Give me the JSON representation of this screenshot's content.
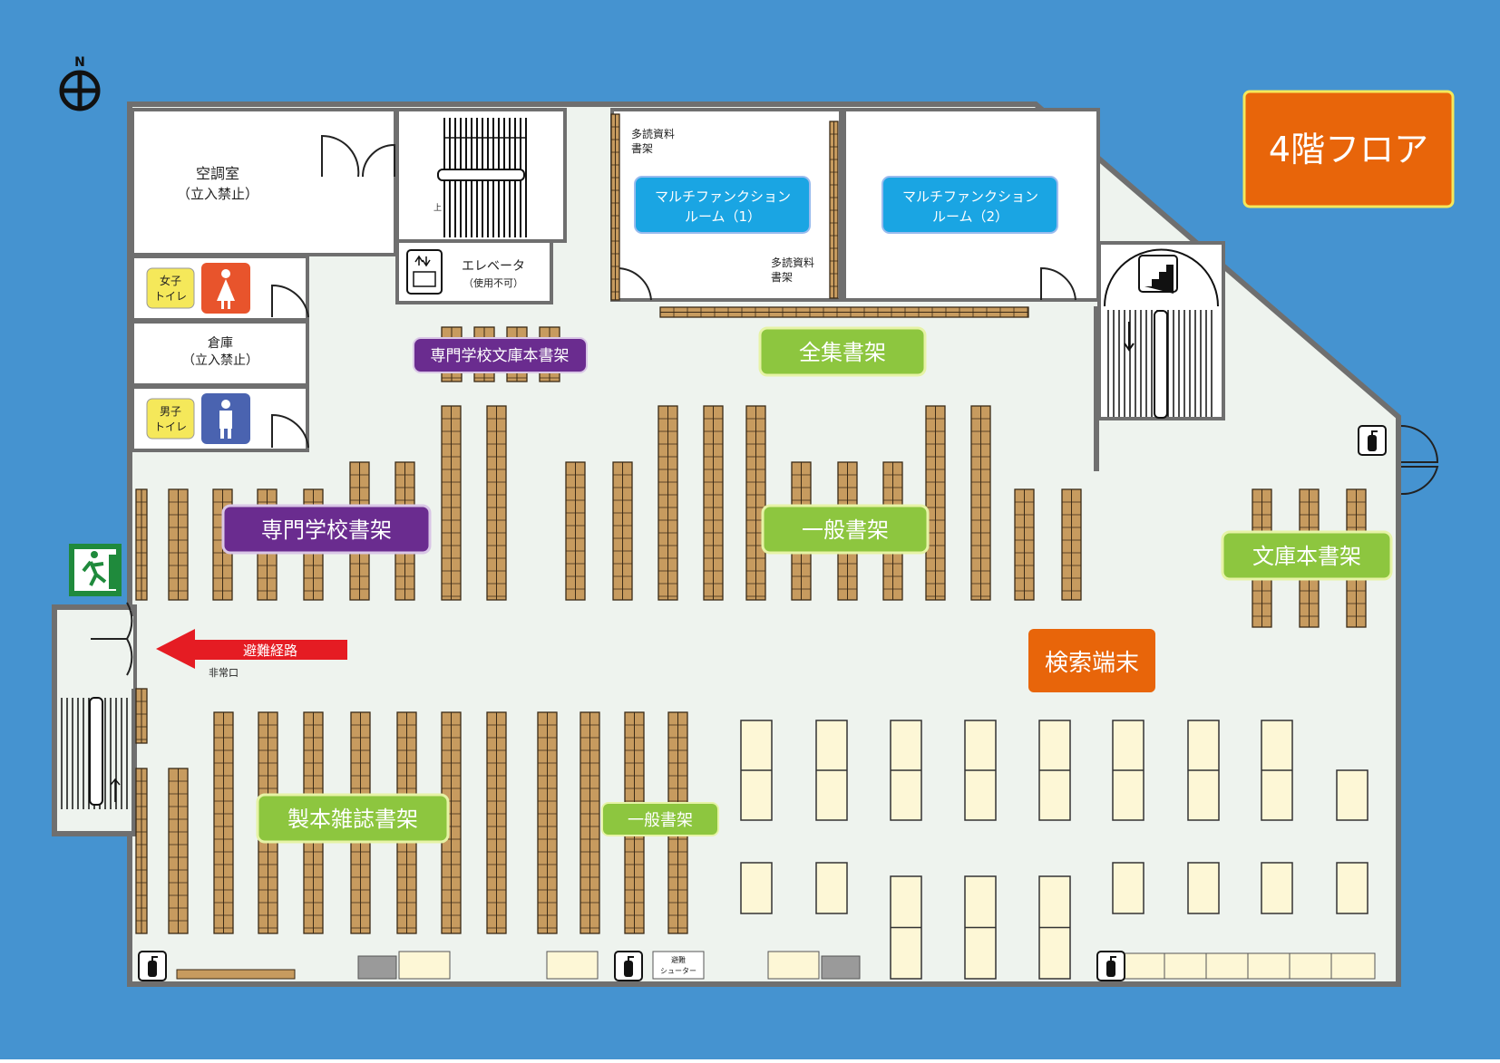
{
  "floor_title": "4階フロア",
  "compass": {
    "letter": "N"
  },
  "colors": {
    "background": "#4593d0",
    "floor": "#eef3ee",
    "wall": "#6f6f6f",
    "shelf": "#c79b5f",
    "shelf_line": "#3a2a16",
    "desk": "#fdf7d6",
    "green_label": "#8dc63f",
    "purple_label": "#6a2c8f",
    "orange_label": "#e8650a",
    "cyan_room": "#1aa5e3",
    "arrow": "#e51c23",
    "female": "#e8542c",
    "male": "#4a63b0",
    "toilet_tag": "#f5e85a",
    "exit_sign": "#1f8a3c"
  },
  "rooms": {
    "aircon": {
      "line1": "空調室",
      "line2": "（立入禁止）"
    },
    "storage": {
      "line1": "倉庫",
      "line2": "（立入禁止）"
    },
    "female_toilet": {
      "line1": "女子",
      "line2": "トイレ"
    },
    "male_toilet": {
      "line1": "男子",
      "line2": "トイレ"
    },
    "elevator": {
      "line1": "エレベータ",
      "line2": "（使用不可）"
    },
    "stair_up_mark": "上",
    "multi1": {
      "line1": "マルチファンクション",
      "line2": "ルーム（1）"
    },
    "multi2": {
      "line1": "マルチファンクション",
      "line2": "ルーム（2）"
    },
    "tadoku1": {
      "line1": "多読資料",
      "line2": "書架"
    },
    "tadoku2": {
      "line1": "多読資料",
      "line2": "書架"
    }
  },
  "labels": {
    "senmon_bunko": "専門学校文庫本書架",
    "zenshu": "全集書架",
    "senmon": "専門学校書架",
    "ippan_main": "一般書架",
    "bunko": "文庫本書架",
    "kensaku": "検索端末",
    "seihon": "製本雑誌書架",
    "ippan_small": "一般書架",
    "evacuation_route": "避難経路",
    "emergency_exit": "非常口",
    "chute_line1": "避難",
    "chute_line2": "シューター"
  },
  "icons": [
    "compass-icon",
    "female-toilet-icon",
    "male-toilet-icon",
    "elevator-icon",
    "stairs-icon",
    "fire-extinguisher-icon",
    "emergency-exit-icon",
    "evacuation-arrow-icon"
  ]
}
